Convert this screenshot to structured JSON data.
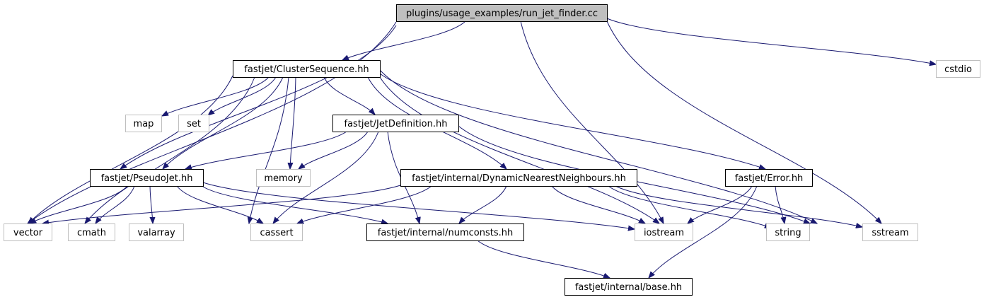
{
  "colors": {
    "edge": "#191970",
    "root_fill": "#bfbfbf",
    "header_border": "#000000",
    "system_border": "#bfbfbf",
    "fill": "#ffffff"
  },
  "nodes": [
    {
      "id": "root",
      "label": "plugins/usage_examples/run_jet_finder.cc",
      "kind": "root"
    },
    {
      "id": "cluster",
      "label": "fastjet/ClusterSequence.hh",
      "kind": "header"
    },
    {
      "id": "cstdio",
      "label": "cstdio",
      "kind": "system"
    },
    {
      "id": "map",
      "label": "map",
      "kind": "system"
    },
    {
      "id": "set",
      "label": "set",
      "kind": "system"
    },
    {
      "id": "jetdef",
      "label": "fastjet/JetDefinition.hh",
      "kind": "header"
    },
    {
      "id": "pseudojet",
      "label": "fastjet/PseudoJet.hh",
      "kind": "header"
    },
    {
      "id": "memory",
      "label": "memory",
      "kind": "system"
    },
    {
      "id": "dnn",
      "label": "fastjet/internal/DynamicNearestNeighbours.hh",
      "kind": "header"
    },
    {
      "id": "error",
      "label": "fastjet/Error.hh",
      "kind": "header"
    },
    {
      "id": "vector",
      "label": "vector",
      "kind": "system"
    },
    {
      "id": "cmath",
      "label": "cmath",
      "kind": "system"
    },
    {
      "id": "valarray",
      "label": "valarray",
      "kind": "system"
    },
    {
      "id": "cassert",
      "label": "cassert",
      "kind": "system"
    },
    {
      "id": "numconsts",
      "label": "fastjet/internal/numconsts.hh",
      "kind": "header"
    },
    {
      "id": "iostream",
      "label": "iostream",
      "kind": "system"
    },
    {
      "id": "string",
      "label": "string",
      "kind": "system"
    },
    {
      "id": "sstream",
      "label": "sstream",
      "kind": "system"
    },
    {
      "id": "base",
      "label": "fastjet/internal/base.hh",
      "kind": "header"
    }
  ],
  "edges": [
    {
      "from": "root",
      "to": "cluster"
    },
    {
      "from": "root",
      "to": "cstdio"
    },
    {
      "from": "root",
      "to": "vector"
    },
    {
      "from": "root",
      "to": "pseudojet"
    },
    {
      "from": "root",
      "to": "iostream"
    },
    {
      "from": "root",
      "to": "sstream"
    },
    {
      "from": "cluster",
      "to": "map"
    },
    {
      "from": "cluster",
      "to": "set"
    },
    {
      "from": "cluster",
      "to": "jetdef"
    },
    {
      "from": "cluster",
      "to": "pseudojet"
    },
    {
      "from": "cluster",
      "to": "memory"
    },
    {
      "from": "cluster",
      "to": "dnn"
    },
    {
      "from": "cluster",
      "to": "error"
    },
    {
      "from": "cluster",
      "to": "vector"
    },
    {
      "from": "cluster",
      "to": "cmath"
    },
    {
      "from": "cluster",
      "to": "cassert"
    },
    {
      "from": "cluster",
      "to": "iostream"
    },
    {
      "from": "cluster",
      "to": "string"
    },
    {
      "from": "jetdef",
      "to": "pseudojet"
    },
    {
      "from": "jetdef",
      "to": "memory"
    },
    {
      "from": "jetdef",
      "to": "cassert"
    },
    {
      "from": "jetdef",
      "to": "numconsts"
    },
    {
      "from": "jetdef",
      "to": "string"
    },
    {
      "from": "pseudojet",
      "to": "vector"
    },
    {
      "from": "pseudojet",
      "to": "cmath"
    },
    {
      "from": "pseudojet",
      "to": "valarray"
    },
    {
      "from": "pseudojet",
      "to": "cassert"
    },
    {
      "from": "pseudojet",
      "to": "numconsts"
    },
    {
      "from": "pseudojet",
      "to": "iostream"
    },
    {
      "from": "dnn",
      "to": "vector"
    },
    {
      "from": "dnn",
      "to": "cassert"
    },
    {
      "from": "dnn",
      "to": "numconsts"
    },
    {
      "from": "dnn",
      "to": "iostream"
    },
    {
      "from": "dnn",
      "to": "string"
    },
    {
      "from": "dnn",
      "to": "sstream"
    },
    {
      "from": "error",
      "to": "iostream"
    },
    {
      "from": "error",
      "to": "string"
    },
    {
      "from": "error",
      "to": "base"
    },
    {
      "from": "numconsts",
      "to": "base"
    }
  ]
}
